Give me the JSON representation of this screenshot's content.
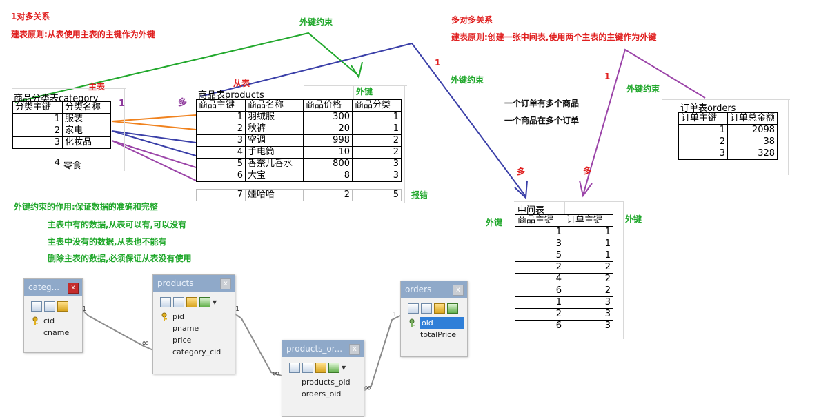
{
  "notes": {
    "one_to_many_title": "1对多关系",
    "one_to_many_rule": "建表原则:从表使用主表的主键作为外键",
    "fk_constraint_top": "外键约束",
    "many_to_many_title": "多对多关系",
    "many_to_many_rule": "建表原则:创建一张中间表,使用两个主表的主键作为外键",
    "master_label": "主表",
    "slave_label": "从表",
    "one_mark_left": "1",
    "many_mark_left": "多",
    "one_mark_mid": "1",
    "fk_constraint_mid": "外键约束",
    "one_mark_right": "1",
    "fk_constraint_right": "外键约束",
    "many_mark_a": "多",
    "many_mark_b": "多",
    "fk_label_products": "外键",
    "error_label": "报错",
    "order_has_goods": "一个订单有多个商品",
    "goods_in_orders": "一个商品在多个订单",
    "fk_label_mid_left": "外键",
    "fk_label_mid_right": "外键",
    "fk_purpose": "外键约束的作用:保证数据的准确和完整",
    "fk_rule_1": "主表中有的数据,从表可以有,可以没有",
    "fk_rule_2": "主表中没有的数据,从表也不能有",
    "fk_rule_3": "删除主表的数据,必须保证从表没有使用"
  },
  "category_table": {
    "caption": "商品分类表category",
    "headers": [
      "分类主键",
      "分类名称"
    ],
    "rows": [
      {
        "id": "1",
        "name": "服装"
      },
      {
        "id": "2",
        "name": "家电"
      },
      {
        "id": "3",
        "name": "化妆品"
      }
    ],
    "extra_row": {
      "id": "4",
      "name": "零食"
    }
  },
  "products_table": {
    "caption": "商品表products",
    "headers": [
      "商品主键",
      "商品名称",
      "商品价格",
      "商品分类"
    ],
    "rows": [
      {
        "id": "1",
        "name": "羽绒服",
        "price": "300",
        "cat": "1"
      },
      {
        "id": "2",
        "name": "秋裤",
        "price": "20",
        "cat": "1"
      },
      {
        "id": "3",
        "name": "空调",
        "price": "998",
        "cat": "2"
      },
      {
        "id": "4",
        "name": "手电筒",
        "price": "10",
        "cat": "2"
      },
      {
        "id": "5",
        "name": "香奈儿香水",
        "price": "800",
        "cat": "3"
      },
      {
        "id": "6",
        "name": "大宝",
        "price": "8",
        "cat": "3"
      }
    ],
    "extra_row": {
      "id": "7",
      "name": "娃哈哈",
      "price": "2",
      "cat": "5"
    }
  },
  "orders_table": {
    "caption": "订单表orders",
    "headers": [
      "订单主键",
      "订单总金额"
    ],
    "rows": [
      {
        "id": "1",
        "total": "2098"
      },
      {
        "id": "2",
        "total": "38"
      },
      {
        "id": "3",
        "total": "328"
      }
    ]
  },
  "middle_table": {
    "caption": "中间表",
    "headers": [
      "商品主键",
      "订单主键"
    ],
    "rows": [
      {
        "pid": "1",
        "oid": "1"
      },
      {
        "pid": "3",
        "oid": "1"
      },
      {
        "pid": "5",
        "oid": "1"
      },
      {
        "pid": "2",
        "oid": "2"
      },
      {
        "pid": "4",
        "oid": "2"
      },
      {
        "pid": "6",
        "oid": "2"
      },
      {
        "pid": "1",
        "oid": "3"
      },
      {
        "pid": "2",
        "oid": "3"
      },
      {
        "pid": "6",
        "oid": "3"
      }
    ]
  },
  "er_diagram": {
    "category": {
      "title": "categ...",
      "columns": [
        "cid",
        "cname"
      ]
    },
    "products": {
      "title": "products",
      "columns": [
        "pid",
        "pname",
        "price",
        "category_cid"
      ]
    },
    "products_orders": {
      "title": "products_or...",
      "columns": [
        "products_pid",
        "orders_oid"
      ]
    },
    "orders": {
      "title": "orders",
      "columns": [
        "oid",
        "totalPrice"
      ]
    },
    "rel_one": "1",
    "rel_many": "∞",
    "close_glyph": "x"
  },
  "colors": {
    "red": "#e02020",
    "green": "#21a82c",
    "blue": "#3a3fa8",
    "purple": "#9b44a8",
    "orange": "#f0821e",
    "er_title_bg": "#8fa9c9"
  },
  "icons": [
    "key-icon",
    "add-column-icon",
    "grid-icon",
    "properties-icon",
    "relation-icon",
    "close-icon"
  ]
}
